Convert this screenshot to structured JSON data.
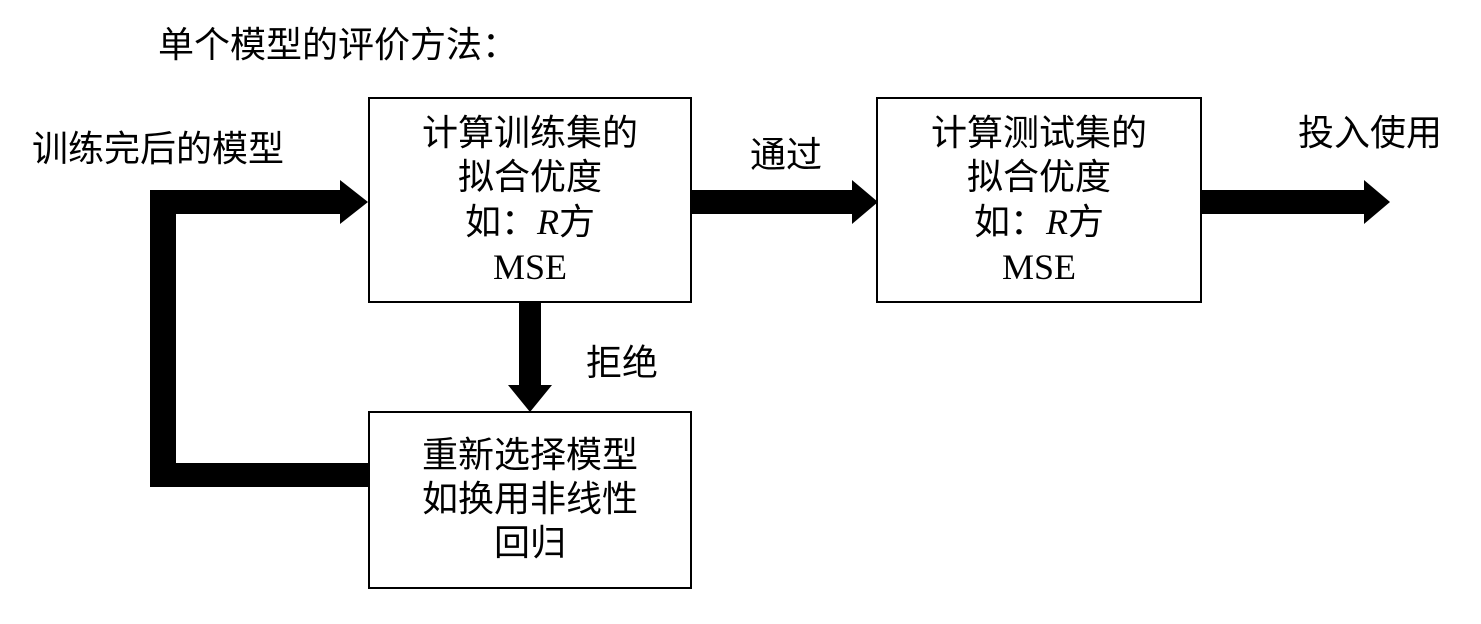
{
  "title": "单个模型的评价方法：",
  "input_label": "训练完后的模型",
  "box_train": {
    "line1": "计算训练集的",
    "line2": "拟合优度",
    "line3_prefix": "如：",
    "line3_var": "R",
    "line3_suffix": "方",
    "line4": "MSE"
  },
  "box_test": {
    "line1": "计算测试集的",
    "line2": "拟合优度",
    "line3_prefix": "如：",
    "line3_var": "R",
    "line3_suffix": "方",
    "line4": "MSE"
  },
  "box_reselect": {
    "line1": "重新选择模型",
    "line2": "如换用非线性",
    "line3": "回归"
  },
  "edge_pass": "通过",
  "edge_reject": "拒绝",
  "output_label": "投入使用"
}
